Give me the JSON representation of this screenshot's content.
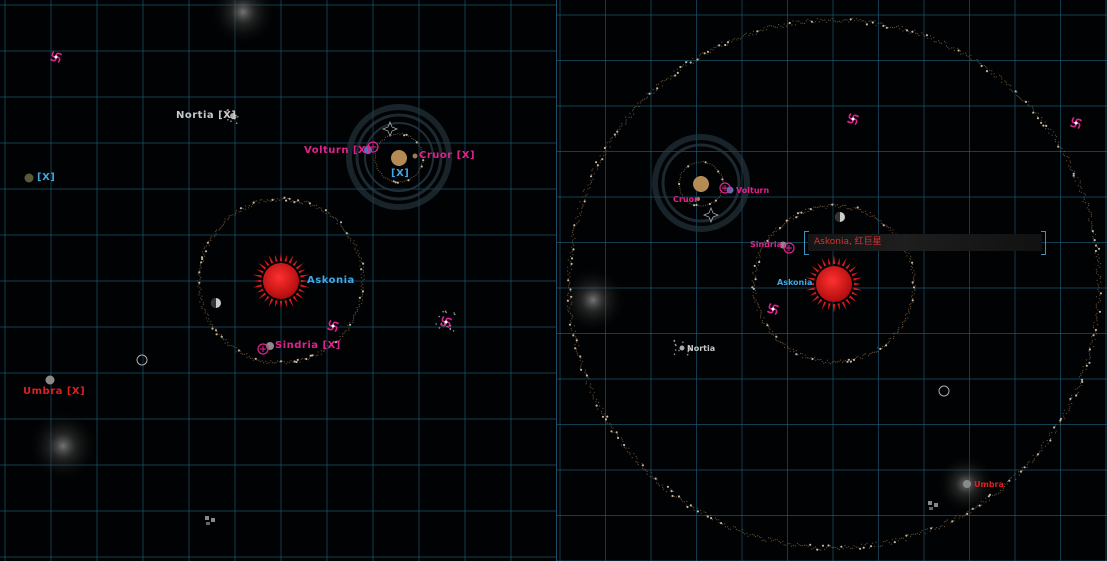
{
  "colors": {
    "background": "#010203",
    "grid": "#1f5f7f",
    "star_red": "#d81a1a",
    "label_cyan": "#3fa8e6",
    "label_magenta": "#e0228f",
    "label_red": "#e02020",
    "label_white": "#c8c8c8",
    "gas_giant": "#b48a55",
    "orbit_dots": "#8a6a4a"
  },
  "left_map": {
    "labels": {
      "star": "Askonia",
      "sindria": "Sindria [X]",
      "volturn": "Volturn [X]",
      "cruor": "Cruor [X]",
      "cruor_moon": "[X]",
      "nortia": "Nortia [X]",
      "unknown_planet": "[X]",
      "umbra": "Umbra [X]"
    }
  },
  "right_map": {
    "labels": {
      "star": "Askonia",
      "sindria": "Sindria",
      "volturn": "Volturn",
      "cruor": "Cruor",
      "nortia": "Nortia",
      "umbra": "Umbra"
    },
    "tooltip": "Askonia, 红巨星"
  }
}
